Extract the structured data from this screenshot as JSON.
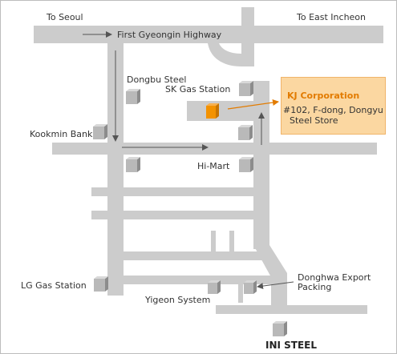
{
  "map": {
    "roads": {
      "top_highway": "First Gyeongin Highway",
      "to_left": "To Seoul",
      "to_right": "To East Incheon"
    },
    "places": [
      {
        "id": "dongbu",
        "label": "Dongbu Steel"
      },
      {
        "id": "sk_gas",
        "label": "SK Gas Station"
      },
      {
        "id": "kookmin",
        "label": "Kookmin Bank"
      },
      {
        "id": "himart",
        "label": "Hi-Mart"
      },
      {
        "id": "lg_gas",
        "label": "LG Gas Station"
      },
      {
        "id": "yigeon",
        "label": "Yigeon System"
      },
      {
        "id": "donghwa_1",
        "label": "Donghwa Export"
      },
      {
        "id": "donghwa_2",
        "label": "Packing"
      },
      {
        "id": "ini_steel",
        "label": "INI STEEL"
      }
    ],
    "destination": {
      "name": "KJ Corporation",
      "address_line1": "#102, F-dong, Dongyu",
      "address_line2": "Steel Store"
    },
    "colors": {
      "road": "#cccccc",
      "building_light": "#b9b9b9",
      "building_dark": "#8c8c8c",
      "destination_block": "#f39200",
      "callout_bg": "#fbd7a1",
      "callout_title": "#e27b00",
      "arrow": "#555555",
      "pointer_arrow": "#e27b00"
    }
  }
}
